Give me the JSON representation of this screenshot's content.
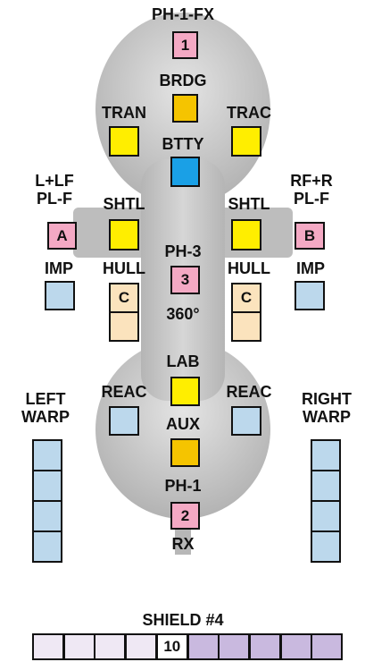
{
  "colors": {
    "weapon": "#f4a9c4",
    "bridge": "#f5c400",
    "system_yellow": "#ffee00",
    "battery": "#1aa0e6",
    "engine": "#bcd8ec",
    "hull": "#fbe3bd",
    "shield_used": "#efe8f4",
    "shield_remaining": "#c9b9df",
    "hull_gray": "#c4c4c4"
  },
  "labels": {
    "ph1fx": "PH-1-FX",
    "brdg": "BRDG",
    "tran": "TRAN",
    "trac": "TRAC",
    "btty": "BTTY",
    "left_arc": "L+LF\nPL-F",
    "right_arc": "RF+R\nPL-F",
    "shtl_left": "SHTL",
    "shtl_right": "SHTL",
    "imp_left": "IMP",
    "imp_right": "IMP",
    "hull_left": "HULL",
    "hull_right": "HULL",
    "ph3": "PH-3",
    "ph3_arc": "360°",
    "lab": "LAB",
    "reac_left": "REAC",
    "reac_right": "REAC",
    "left_warp": "LEFT\nWARP",
    "right_warp": "RIGHT\nWARP",
    "aux": "AUX",
    "ph1": "PH-1",
    "rx": "RX",
    "shield_title": "SHIELD #4"
  },
  "boxes": {
    "weapon_1": "1",
    "weapon_3": "3",
    "weapon_2": "2",
    "plasma_a": "A",
    "plasma_b": "B",
    "hull_c_left": "C",
    "hull_c_right": "C"
  },
  "shield": {
    "total_boxes": 10,
    "value": "10",
    "used": 4
  },
  "warp_boxes_per_side": 4
}
